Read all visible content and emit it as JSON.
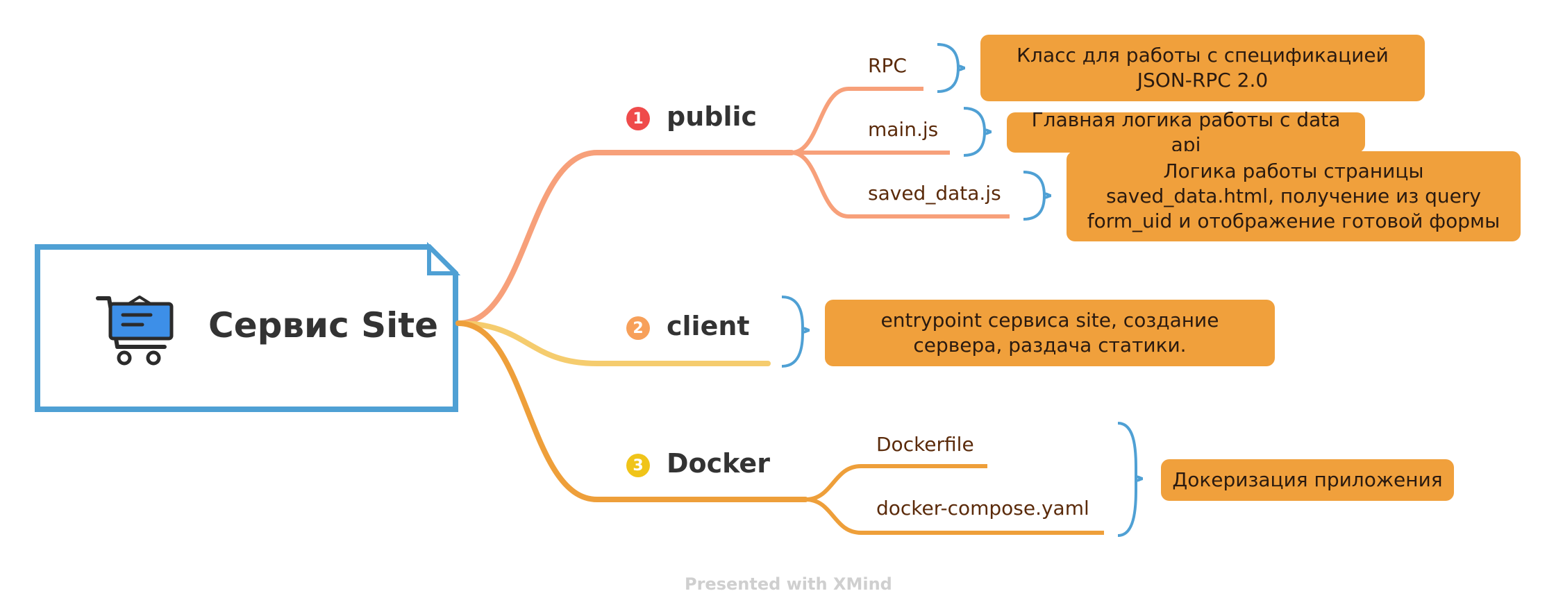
{
  "root": {
    "title": "Сервис Site",
    "icon": "shopping-cart-icon"
  },
  "colors": {
    "root_border": "#4fa0d4",
    "public": "#f7a07a",
    "client": "#f5cc6e",
    "docker": "#ee9f3a",
    "bracket": "#4fa0d4",
    "note": "#f0a03c"
  },
  "branches": [
    {
      "number": "1",
      "label": "public",
      "children": [
        {
          "label": "RPC",
          "note": "Класс для работы с спецификацией JSON-RPC 2.0"
        },
        {
          "label": "main.js",
          "note": "Главная логика работы с data api"
        },
        {
          "label": "saved_data.js",
          "note": "Логика работы страницы saved_data.html, получение из query form_uid и отображение готовой формы"
        }
      ]
    },
    {
      "number": "2",
      "label": "client",
      "note": "entrypoint сервиса site, создание сервера, раздача статики."
    },
    {
      "number": "3",
      "label": "Docker",
      "children": [
        {
          "label": "Dockerfile"
        },
        {
          "label": "docker-compose.yaml"
        }
      ],
      "note": "Докеризация приложения"
    }
  ],
  "footer": "Presented with XMind"
}
